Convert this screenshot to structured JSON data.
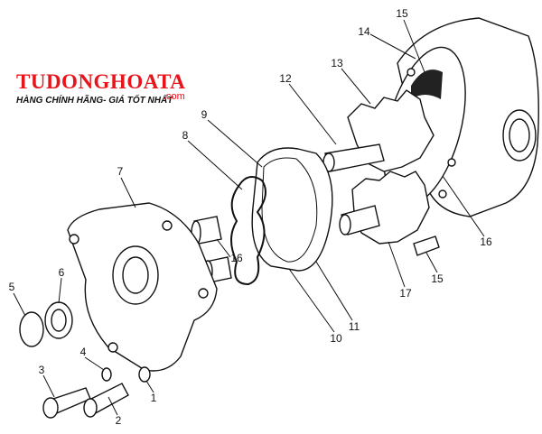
{
  "watermark": {
    "brand": "TUDONGHOATA",
    "tagline": "HÀNG CHÍNH HÃNG- GIÁ TỐT NHẤT",
    "suffix": ".com"
  },
  "callouts": [
    "15",
    "14",
    "13",
    "12",
    "9",
    "8",
    "7",
    "16",
    "6",
    "5",
    "4",
    "3",
    "2",
    "1",
    "10",
    "11",
    "17",
    "15",
    "16"
  ]
}
